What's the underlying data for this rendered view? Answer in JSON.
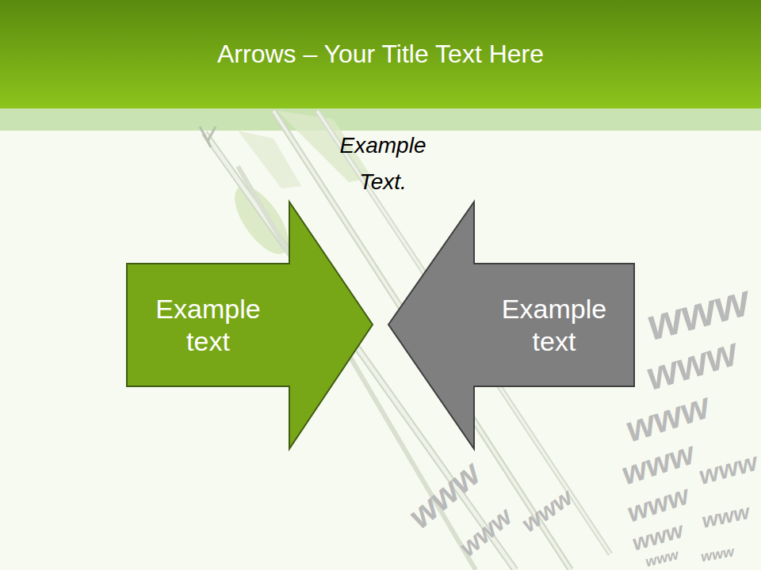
{
  "diagram": {
    "title": "Arrows – Your Title Text Here",
    "nodes": [
      {
        "text": [
          "Example text"
        ]
      },
      {
        "text": [
          "Example text"
        ]
      }
    ],
    "labels": [
      "Example Text.",
      "www",
      "www",
      "www",
      "www",
      "www",
      "www",
      "www",
      "www",
      "www",
      "www",
      "www",
      "www",
      "www"
    ]
  }
}
